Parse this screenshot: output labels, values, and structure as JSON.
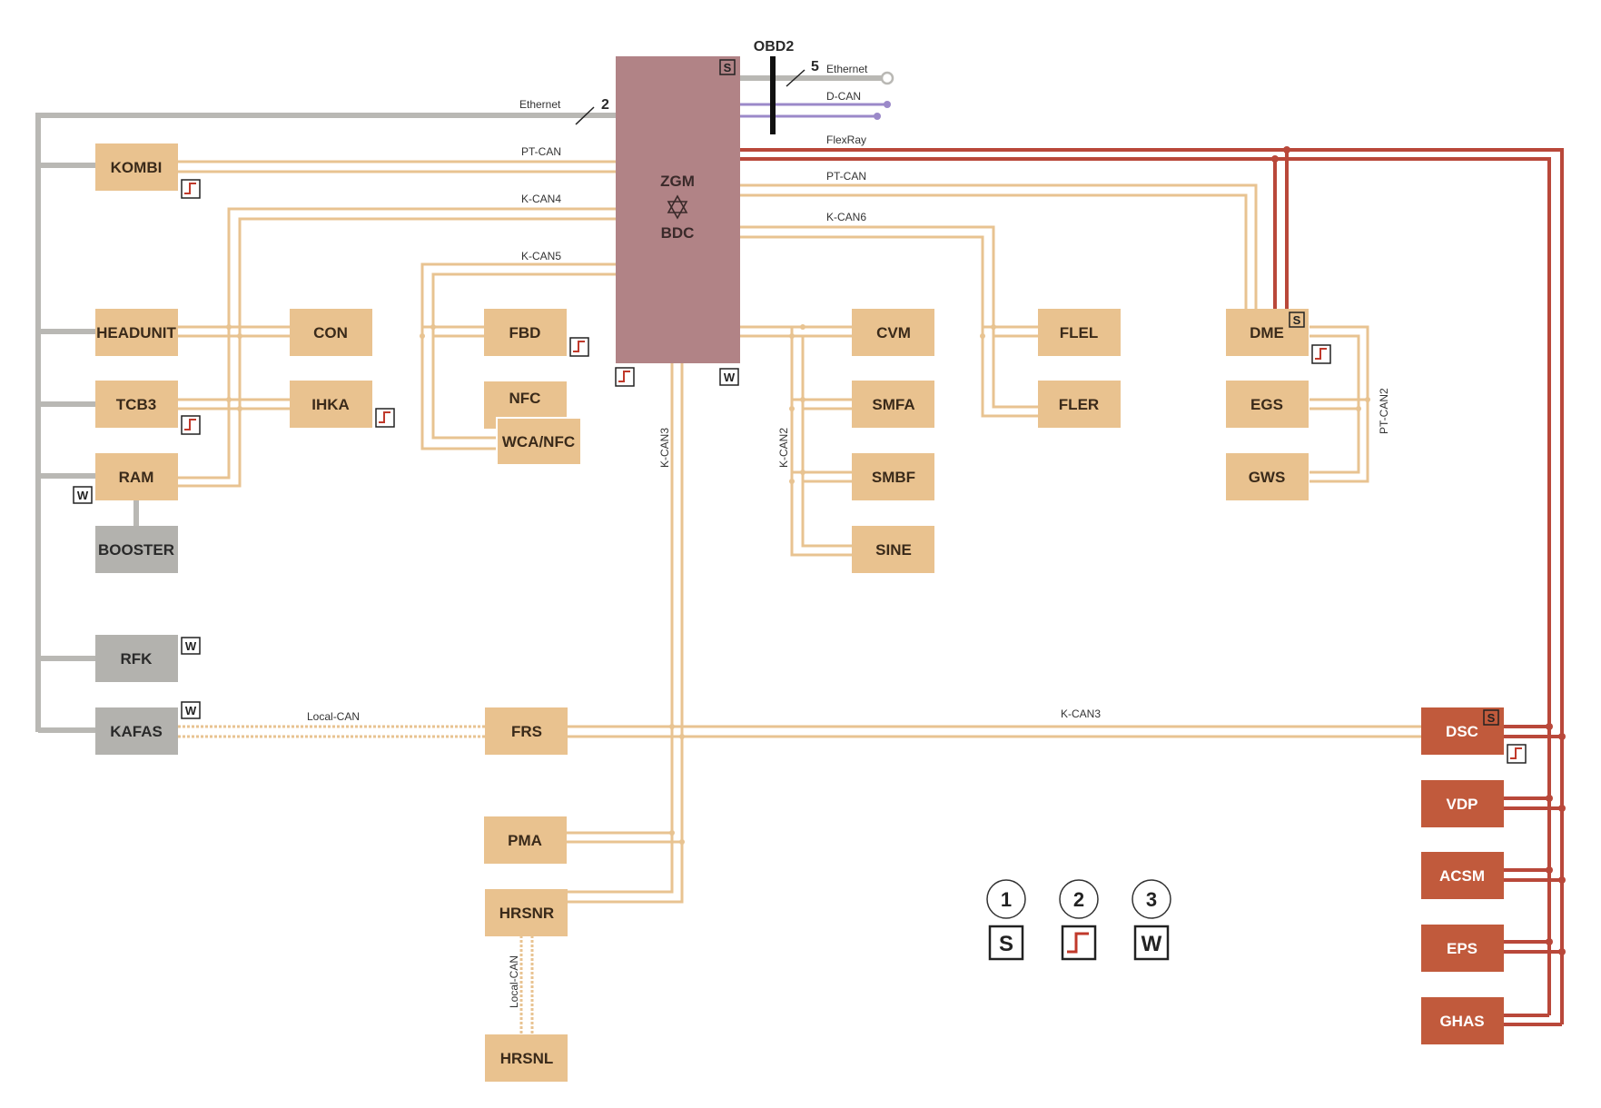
{
  "colors": {
    "can_line": "#e8c391",
    "ethernet_line": "#b9b8b4",
    "flexray_line": "#b9483a",
    "dcan_line": "#9b89c9",
    "module_fill": "#e9c28f",
    "module_grey_fill": "#b3b2ae",
    "module_red_fill": "#c15a3c",
    "gateway_fill": "#b18386",
    "step_icon_color": "#c0392b"
  },
  "gateway": {
    "line1": "ZGM",
    "line2": "BDC",
    "icon": "star-of-david-icon"
  },
  "obd": {
    "label": "OBD2",
    "callout": "5"
  },
  "callout_ethernet": "2",
  "bus_labels": {
    "ethernet_top": "Ethernet",
    "ethernet_left": "Ethernet",
    "dcan": "D-CAN",
    "flexray": "FlexRay",
    "ptcan_left": "PT-CAN",
    "ptcan_right": "PT-CAN",
    "kcan4": "K-CAN4",
    "kcan5": "K-CAN5",
    "kcan6": "K-CAN6",
    "kcan3_vertical": "K-CAN3",
    "kcan2_vertical": "K-CAN2",
    "ptcan2_vertical": "PT-CAN2",
    "kcan3_horizontal": "K-CAN3",
    "localcan_horizontal": "Local-CAN",
    "localcan_vertical": "Local-CAN"
  },
  "modules": {
    "kombi": "KOMBI",
    "headunit": "HEADUNIT",
    "con": "CON",
    "tcb3": "TCB3",
    "ihka": "IHKA",
    "ram": "RAM",
    "booster": "BOOSTER",
    "rfk": "RFK",
    "kafas": "KAFAS",
    "fbd": "FBD",
    "nfc": "NFC",
    "wcanfc": "WCA/NFC",
    "frs": "FRS",
    "pma": "PMA",
    "hrsnr": "HRSNR",
    "hrsnl": "HRSNL",
    "cvm": "CVM",
    "smfa": "SMFA",
    "smbf": "SMBF",
    "sine": "SINE",
    "flel": "FLEL",
    "fler": "FLER",
    "dme": "DME",
    "egs": "EGS",
    "gws": "GWS",
    "dsc": "DSC",
    "vdp": "VDP",
    "acsm": "ACSM",
    "eps": "EPS",
    "ghas": "GHAS"
  },
  "markers": {
    "s": "S",
    "w": "W",
    "step_icon": "wake-up-step-icon"
  },
  "legend": [
    {
      "number": "1",
      "symbol": "S"
    },
    {
      "number": "2",
      "symbol": "step"
    },
    {
      "number": "3",
      "symbol": "W"
    }
  ]
}
